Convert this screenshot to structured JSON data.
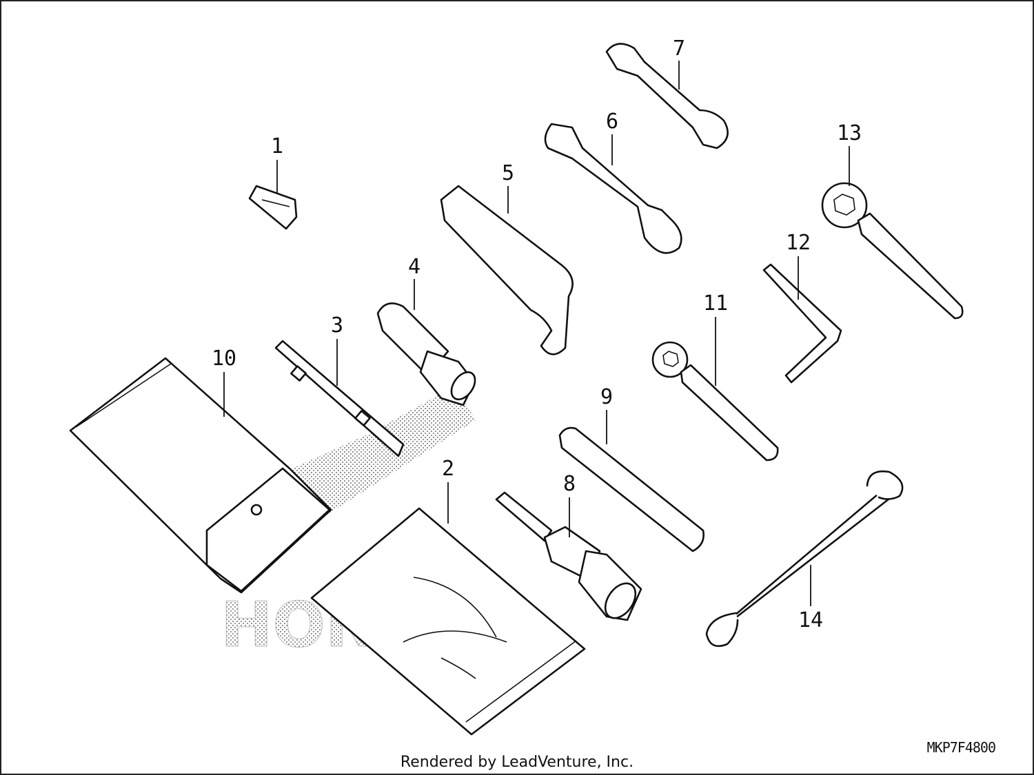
{
  "diagram": {
    "callouts": [
      "1",
      "2",
      "3",
      "4",
      "5",
      "6",
      "7",
      "8",
      "9",
      "10",
      "11",
      "12",
      "13",
      "14"
    ],
    "watermark": "HONDA",
    "drawing_code": "MKP7F4800",
    "credit": "Rendered by LeadVenture, Inc."
  }
}
